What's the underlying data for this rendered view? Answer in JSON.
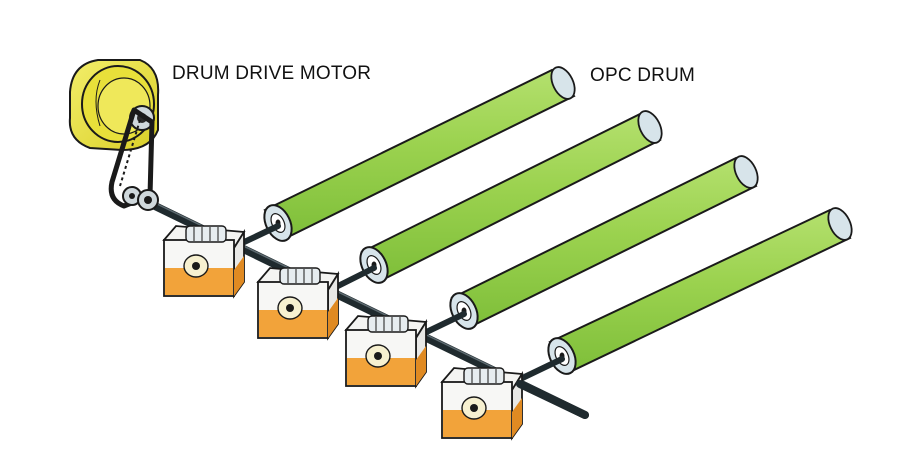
{
  "labels": {
    "motor": "DRUM DRIVE MOTOR",
    "drum": "OPC DRUM"
  },
  "colors": {
    "drum_body": "#9bd24f",
    "drum_end": "#d7e4ea",
    "motor": "#e8e03a",
    "gearbox_oil": "#f2a33a",
    "shaft": "#1f2a2e",
    "outline": "#1a1a1a"
  },
  "components": {
    "drum_count": 4,
    "gearbox_count": 4,
    "motor_count": 1
  }
}
